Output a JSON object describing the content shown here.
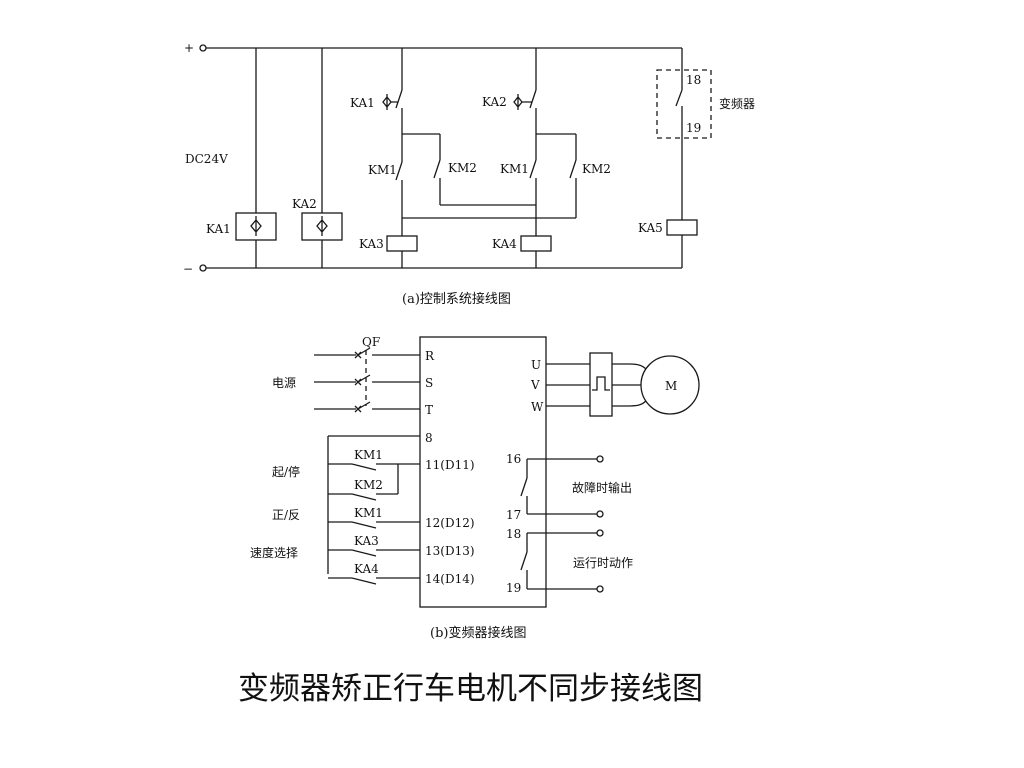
{
  "title": "变频器矫正行车电机不同步接线图",
  "control": {
    "caption": "(a)控制系统接线图",
    "plus": "+",
    "minus": "−",
    "supply": "DC24V",
    "ka1": "KA1",
    "ka2": "KA2",
    "ka1_contact": "KA1",
    "ka2_contact": "KA2",
    "km1_left": "KM1",
    "km2_left": "KM2",
    "km1_right": "KM1",
    "km2_right": "KM2",
    "ka3": "KA3",
    "ka4": "KA4",
    "ka5": "KA5",
    "vfd_label": "变频器",
    "term_18": "18",
    "term_19": "19"
  },
  "vfd": {
    "caption": "(b)变频器接线图",
    "qf": "QF",
    "power": "电源",
    "R": "R",
    "S": "S",
    "T": "T",
    "t8": "8",
    "t11": "11(D11)",
    "t12": "12(D12)",
    "t13": "13(D13)",
    "t14": "14(D14)",
    "U": "U",
    "V": "V",
    "W": "W",
    "motor": "M",
    "start_stop": "起/停",
    "fwd_rev": "正/反",
    "speed_sel": "速度选择",
    "km1_a": "KM1",
    "km2_a": "KM2",
    "km1_b": "KM1",
    "ka3": "KA3",
    "ka4": "KA4",
    "o16": "16",
    "o17": "17",
    "o18": "18",
    "o19": "19",
    "fault_out": "故障时输出",
    "run_act": "运行时动作"
  }
}
